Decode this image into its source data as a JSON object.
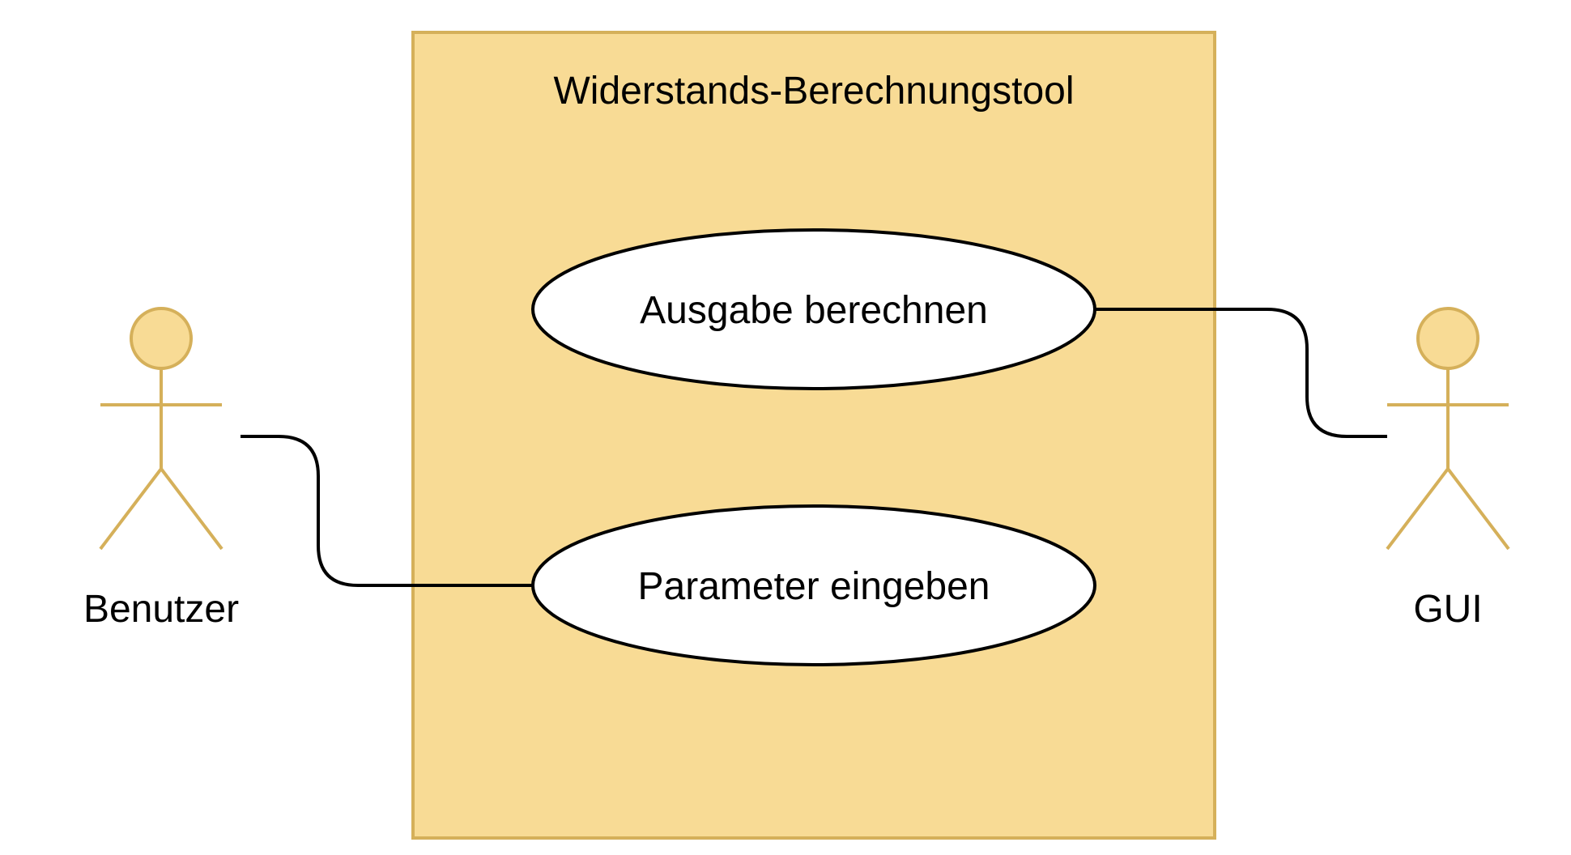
{
  "system": {
    "title": "Widerstands-Berechnungstool"
  },
  "use_cases": [
    {
      "label": "Ausgabe berechnen"
    },
    {
      "label": "Parameter eingeben"
    }
  ],
  "actors": [
    {
      "label": "Benutzer"
    },
    {
      "label": "GUI"
    }
  ],
  "colors": {
    "system_fill": "#F8DB95",
    "system_stroke": "#D5B05A",
    "actor_stroke": "#D5B05A",
    "actor_head_fill": "#F8DB95",
    "use_case_fill": "#FFFFFF",
    "line": "#000000"
  }
}
